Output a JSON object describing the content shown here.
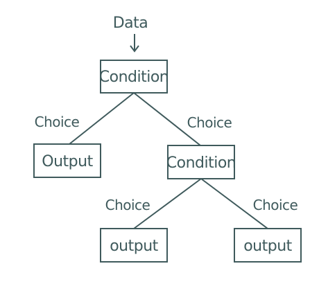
{
  "diagram": {
    "input_label": "Data",
    "nodes": {
      "root": "Condition",
      "left_leaf": "Output",
      "right_condition": "Condition",
      "bottom_left_leaf": "output",
      "bottom_right_leaf": "output"
    },
    "edges": {
      "root_left": "Choice",
      "root_right": "Choice",
      "right_left": "Choice",
      "right_right": "Choice"
    }
  },
  "colors": {
    "ink": "#3f5a5c",
    "background": "#ffffff"
  }
}
